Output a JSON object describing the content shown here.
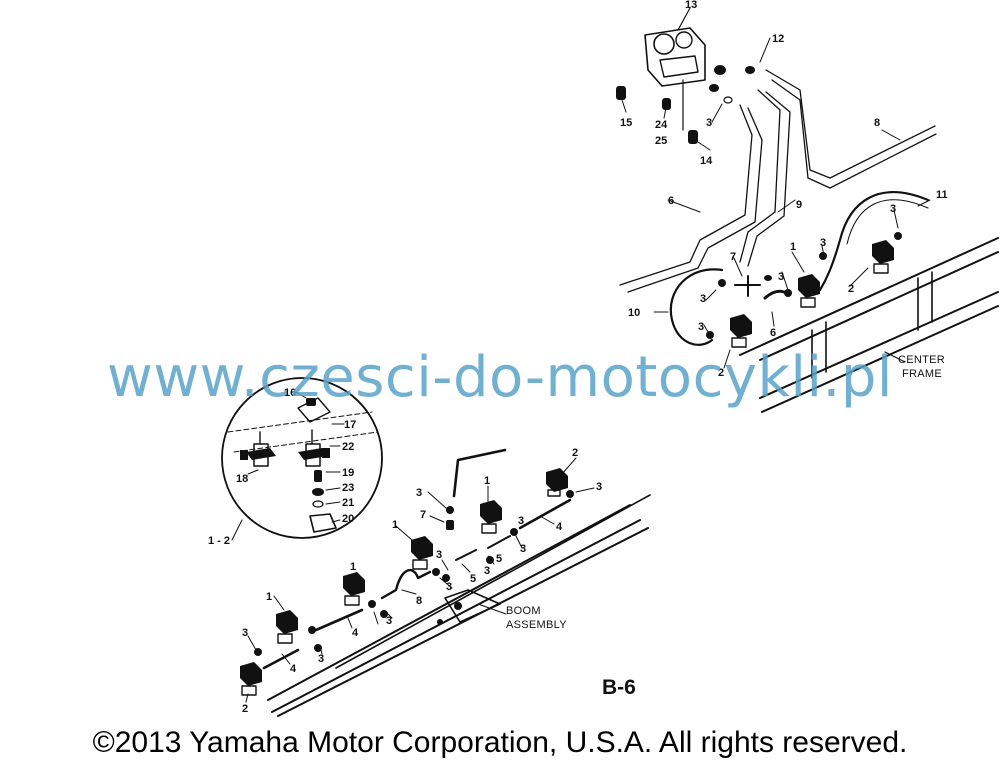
{
  "diagram": {
    "code": "B-6",
    "watermark": "www.czesci-do-motocykli.pl",
    "copyright": "©2013 Yamaha Motor Corporation, U.S.A. All rights reserved.",
    "labels": {
      "center_frame_line1": "CENTER",
      "center_frame_line2": "FRAME",
      "boom_line1": "BOOM",
      "boom_line2": "ASSEMBLY",
      "group_1_2": "1 - 2"
    },
    "upper_callouts": [
      "13",
      "12",
      "15",
      "24",
      "25",
      "3",
      "14",
      "8",
      "6",
      "9",
      "7",
      "1",
      "3",
      "11",
      "3",
      "2",
      "3",
      "3",
      "10",
      "3",
      "6",
      "2"
    ],
    "inset_callouts": [
      "16",
      "17",
      "22",
      "18",
      "19",
      "23",
      "21",
      "20"
    ],
    "lower_callouts": [
      "2",
      "3",
      "1",
      "3",
      "3",
      "7",
      "4",
      "1",
      "3",
      "1",
      "5",
      "5",
      "3",
      "3",
      "3",
      "8",
      "1",
      "3",
      "4",
      "3",
      "3",
      "4",
      "2"
    ]
  }
}
